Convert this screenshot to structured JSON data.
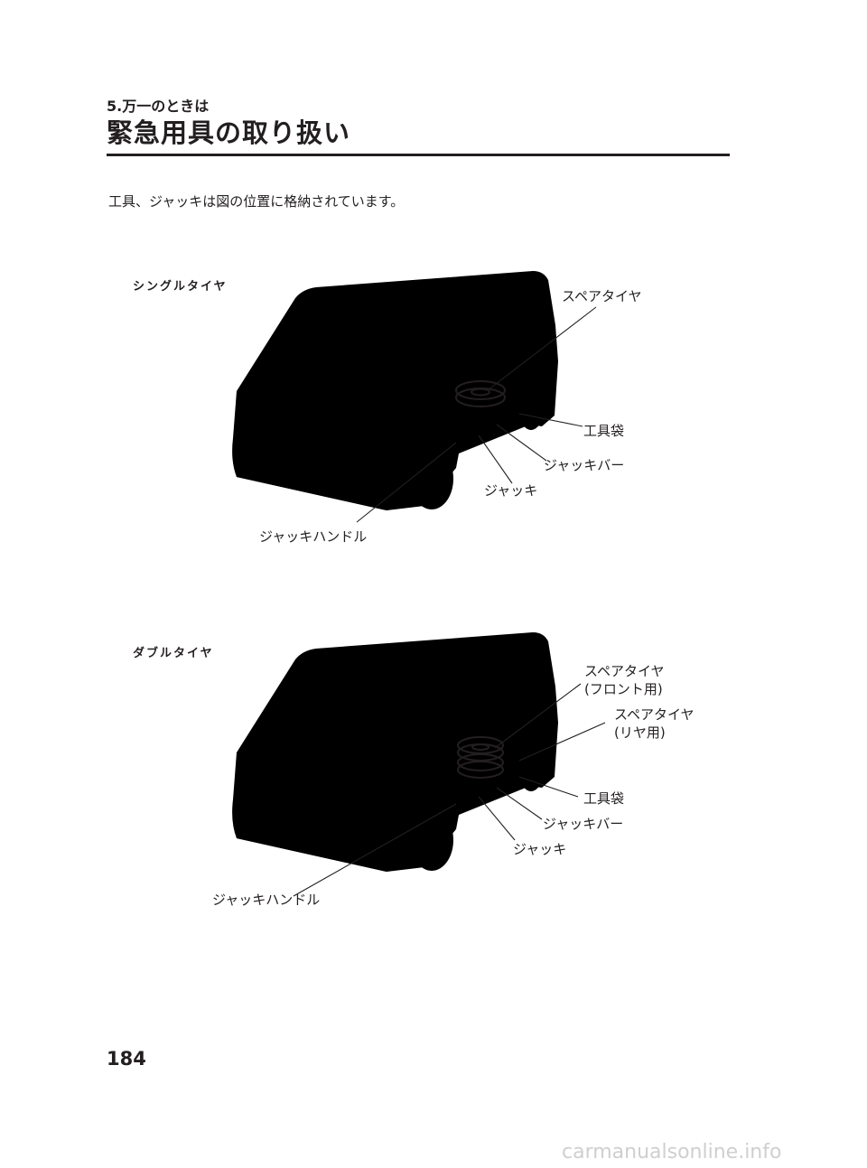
{
  "header": {
    "section": "5.万一のときは",
    "title": "緊急用具の取り扱い"
  },
  "intro": "工具、ジャッキは図の位置に格納されています。",
  "figures": [
    {
      "heading": "シングルタイヤ",
      "labels": {
        "spare_tire": "スペアタイヤ",
        "tool_bag": "工具袋",
        "jack_bar": "ジャッキバー",
        "jack": "ジャッキ",
        "jack_handle": "ジャッキハンドル"
      }
    },
    {
      "heading": "ダブルタイヤ",
      "labels": {
        "spare_front_1": "スペアタイヤ",
        "spare_front_2": "(フロント用)",
        "spare_rear_1": "スペアタイヤ",
        "spare_rear_2": "(リヤ用)",
        "tool_bag": "工具袋",
        "jack_bar": "ジャッキバー",
        "jack": "ジャッキ",
        "jack_handle": "ジャッキハンドル"
      }
    }
  ],
  "page_number": "184",
  "watermark": "carmanualsonline.info"
}
